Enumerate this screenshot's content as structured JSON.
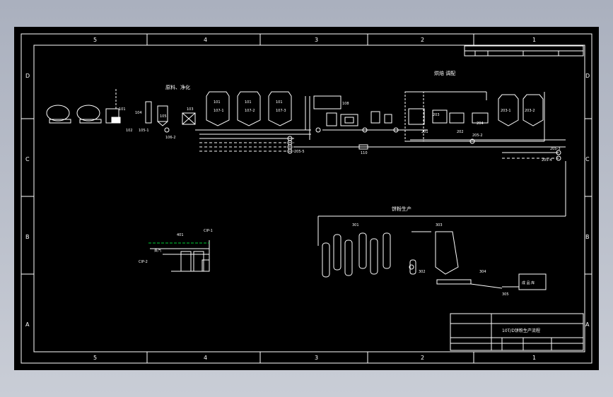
{
  "frame": {
    "col_numbers": [
      "5",
      "4",
      "3",
      "2",
      "1"
    ],
    "row_letters": [
      "D",
      "C",
      "B",
      "A"
    ]
  },
  "sections": {
    "upper": "原料、净化",
    "blend": "烘焙 调配",
    "bottom": "饼粉生产"
  },
  "tanks": [
    "101",
    "101",
    "101"
  ],
  "tank_tags": [
    "107-1",
    "107-2",
    "107-3"
  ],
  "equipment": {
    "e104": "104",
    "e105": "105",
    "e105_1": "105-1",
    "e102": "102",
    "e103": "103",
    "e106_2": "106-2",
    "e108": "108",
    "e110": "110",
    "e201": "201",
    "e202": "202",
    "e203": "203",
    "e204": "204",
    "e205_2": "205-2",
    "e205_3": "205-3",
    "e205_4": "205-4",
    "e205_5": "205-5",
    "e203_1": "203-1",
    "e203_2": "203-2",
    "e301": "301",
    "e302": "302",
    "e303": "303",
    "e304": "304",
    "e305": "305",
    "e401": "401",
    "out": "成 品 库",
    "small_label_a": "CIP-1",
    "small_label_b": "CIP-2",
    "small_label_c": "蒸汽"
  },
  "title_block": {
    "title": "10T/D饼粉生产流程"
  },
  "colors": {
    "line": "#ffffff",
    "accent": "#00cc33",
    "sheet": "#000000"
  }
}
